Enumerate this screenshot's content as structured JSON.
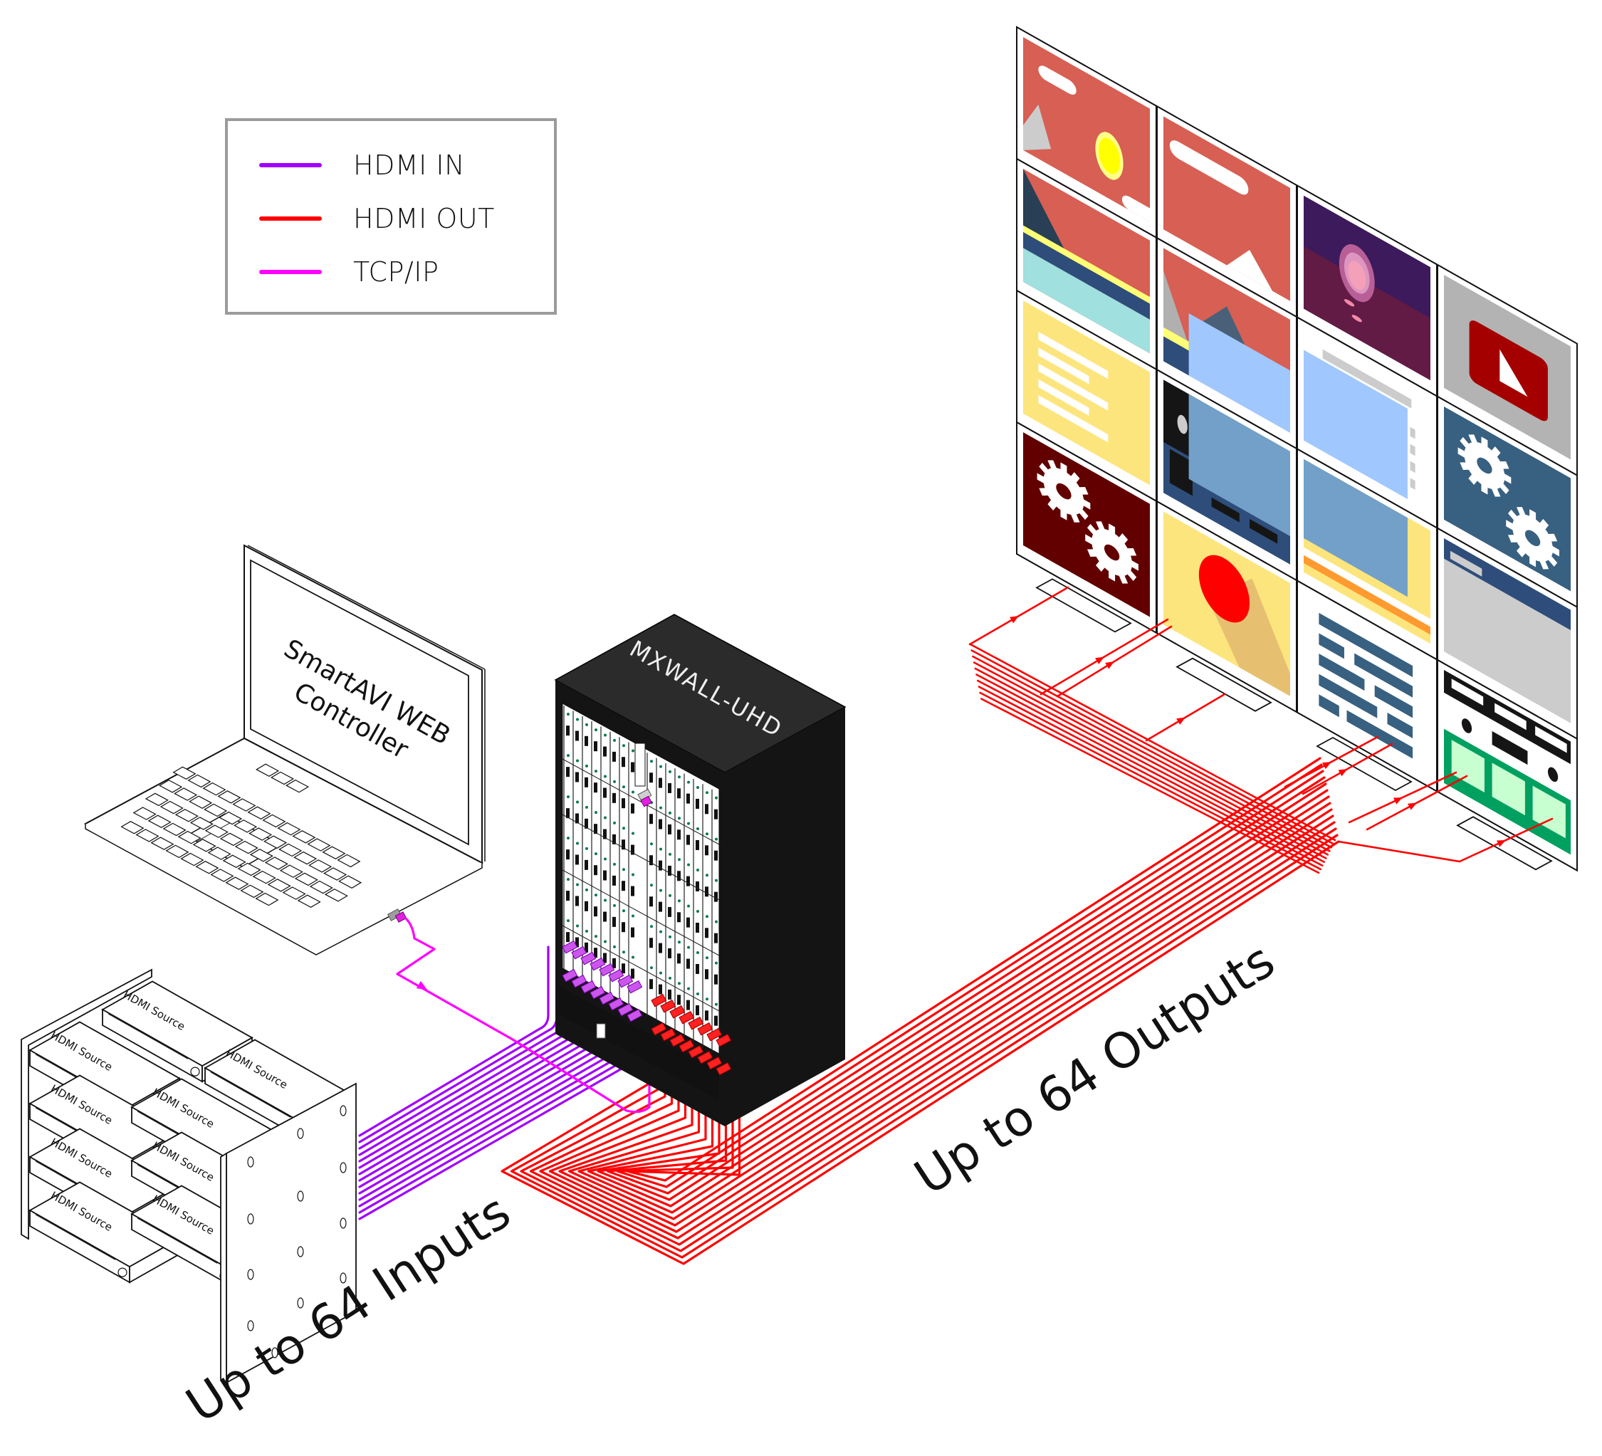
{
  "legend": {
    "items": [
      {
        "label": "HDMI IN",
        "color": "#a000ff"
      },
      {
        "label": "HDMI OUT",
        "color": "#ff0000"
      },
      {
        "label": "TCP/IP",
        "color": "#ff00ff"
      }
    ]
  },
  "laptop": {
    "screen_line1": "SmartAVI WEB",
    "screen_line2": "Controller"
  },
  "matrix": {
    "label": "MXWALL-UHD",
    "body_color": "#141414",
    "top_color": "#2b2b2b"
  },
  "sources": {
    "label": "HDMI Source",
    "count_visible": 9
  },
  "annotations": {
    "inputs": "Up to 64 Inputs",
    "outputs": "Up to 64 Outputs"
  },
  "video_wall": {
    "columns": 4,
    "panels": [
      {
        "col": 0,
        "row": 0,
        "theme": "red-sky-sun",
        "bg": "#d75f53"
      },
      {
        "col": 0,
        "row": 1,
        "theme": "mountain-lake",
        "bg": "#d75f53"
      },
      {
        "col": 0,
        "row": 2,
        "theme": "yellow-text-blocks",
        "bg": "#fde57e"
      },
      {
        "col": 0,
        "row": 3,
        "theme": "gears-maroon",
        "bg": "#620000"
      },
      {
        "col": 1,
        "row": 0,
        "theme": "red-sky-cloud",
        "bg": "#d75f53"
      },
      {
        "col": 1,
        "row": 1,
        "theme": "mountain-overlay",
        "bg": "#d75f53"
      },
      {
        "col": 1,
        "row": 2,
        "theme": "dark-web-page",
        "bg": "#2e4d7a"
      },
      {
        "col": 1,
        "row": 3,
        "theme": "red-circle-yellow",
        "bg": "#fde57e"
      },
      {
        "col": 2,
        "row": 0,
        "theme": "purple-sunset",
        "bg": "#3d1a5b"
      },
      {
        "col": 2,
        "row": 1,
        "theme": "white-window",
        "bg": "#ffffff"
      },
      {
        "col": 2,
        "row": 2,
        "theme": "blue-window-orange",
        "bg": "#fde57e"
      },
      {
        "col": 2,
        "row": 3,
        "theme": "blue-text-blocks",
        "bg": "#ffffff"
      },
      {
        "col": 3,
        "row": 0,
        "theme": "play-button",
        "bg": "#b3b3b3"
      },
      {
        "col": 3,
        "row": 1,
        "theme": "gears-blue",
        "bg": "#386080"
      },
      {
        "col": 3,
        "row": 2,
        "theme": "blue-form",
        "bg": "#2e4d7a"
      },
      {
        "col": 3,
        "row": 3,
        "theme": "green-cards",
        "bg": "#ffffff"
      }
    ]
  },
  "cables": {
    "hdmi_in_color": "#a000ff",
    "hdmi_out_color": "#ff0000",
    "tcp_color": "#ff00ff"
  }
}
